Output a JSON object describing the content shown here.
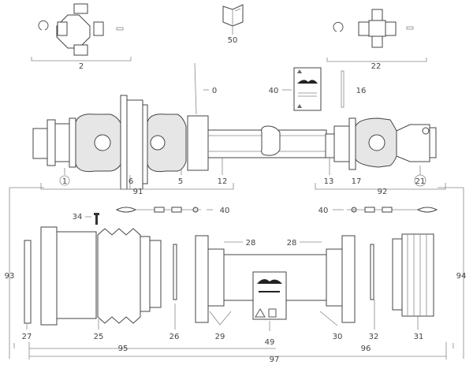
{
  "diagram": {
    "top_callouts": {
      "cross_kit_left": "2",
      "manual": "50",
      "cross_kit_right": "22",
      "pin": "0",
      "warning_label_top": "40",
      "spring_pin": "16"
    },
    "shaft_callouts": {
      "yoke_left": "1",
      "cv_disc": "6",
      "inner_yoke": "5",
      "outer_tube": "12",
      "inner_tube": "13",
      "yoke_right": "17",
      "yoke_end_right": "21",
      "half_left": "91",
      "half_right": "92"
    },
    "guard_callouts": {
      "screw": "34",
      "chain_left": "40",
      "chain_right": "40",
      "rivet_left": "28",
      "rivet_right": "28",
      "guard_left_total": "93",
      "guard_right_total": "94",
      "ring_left": "27",
      "cone_left": "25",
      "bearing_ring_left": "26",
      "tube_outer": "29",
      "warning_label_guard": "49",
      "tube_inner": "30",
      "bearing_ring_right": "32",
      "cone_right": "31",
      "guard_half_left": "95",
      "guard_half_right": "96",
      "guard_complete": "97"
    }
  }
}
